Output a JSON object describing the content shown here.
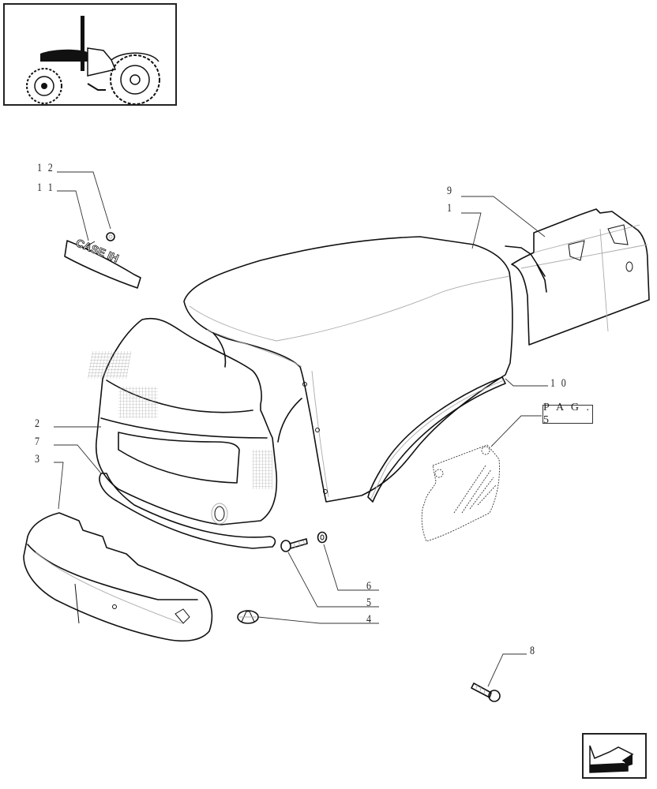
{
  "diagram": {
    "type": "exploded parts diagram",
    "subject": "tractor hood / bonnet assembly",
    "thumbnail": {
      "label": "tractor-overview",
      "position": "top-left"
    },
    "brand_badge_text": "CASE IH",
    "callouts": [
      {
        "id": "c12",
        "number": "1 2",
        "part": "12",
        "target": "badge fastener nut"
      },
      {
        "id": "c11",
        "number": "1 1",
        "part": "11",
        "target": "CASE IH badge"
      },
      {
        "id": "c9",
        "number": "9",
        "part": "9",
        "target": "rear hood panel / bulkhead"
      },
      {
        "id": "c1",
        "number": "1",
        "part": "1",
        "target": "main hood (bonnet)"
      },
      {
        "id": "c10",
        "number": "1 0",
        "part": "10",
        "target": "side seal strip"
      },
      {
        "id": "c2",
        "number": "2",
        "part": "2",
        "target": "front grille shell"
      },
      {
        "id": "c7",
        "number": "7",
        "part": "7",
        "target": "lower front trim"
      },
      {
        "id": "c3",
        "number": "3",
        "part": "3",
        "target": "front lower bumper / nose"
      },
      {
        "id": "c6",
        "number": "6",
        "part": "6",
        "target": "washer"
      },
      {
        "id": "c5",
        "number": "5",
        "part": "5",
        "target": "screw"
      },
      {
        "id": "c4",
        "number": "4",
        "part": "4",
        "target": "push clip"
      },
      {
        "id": "c8",
        "number": "8",
        "part": "8",
        "target": "bolt"
      }
    ],
    "page_reference": {
      "label": "P A G . 5",
      "target": "side grille panel"
    },
    "navigation": {
      "icon": "back-arrow-icon",
      "direction": "previous-page"
    }
  }
}
